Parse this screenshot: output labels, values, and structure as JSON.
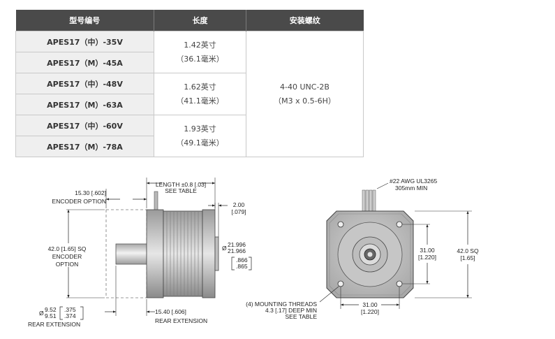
{
  "table": {
    "headers": [
      "型号编号",
      "长度",
      "安装螺纹"
    ],
    "groups": [
      {
        "models": [
          "APES17（中）-35V",
          "APES17（M）-45A"
        ],
        "length_in": "1.42英寸",
        "length_mm": "（36.1毫米）"
      },
      {
        "models": [
          "APES17（中）-48V",
          "APES17（M）-63A"
        ],
        "length_in": "1.62英寸",
        "length_mm": "（41.1毫米）"
      },
      {
        "models": [
          "APES17（中）-60V",
          "APES17（M）-78A"
        ],
        "length_in": "1.93英寸",
        "length_mm": "（49.1毫米）"
      }
    ],
    "thread_line1": "4-40 UNC-2B",
    "thread_line2": "（M3 x 0.5-6H）"
  },
  "side_view": {
    "length_line1": "LENGTH ±0.8 [.03]",
    "length_line2": "SEE TABLE",
    "encoder_line1": "15.30 [.602]",
    "encoder_line2": "ENCODER OPTION",
    "sq_line1": "42.0 [1.65] SQ",
    "sq_line2": "ENCODER",
    "sq_line3": "OPTION",
    "pilot_d1": "21.996",
    "pilot_d2": "21.966",
    "pilot_i1": ".866",
    "pilot_i2": ".865",
    "pilot_len1": "2.00",
    "pilot_len2": "[.079]",
    "shaft_d1": "9.52",
    "shaft_d2": "9.51",
    "shaft_i1": ".375",
    "shaft_i2": ".374",
    "rear_ext_bottom": "REAR EXTENSION",
    "rear_len1": "15.40 [.606]",
    "rear_len2": "REAR EXTENSION"
  },
  "front_view": {
    "wire_line1": "#22 AWG UL3265",
    "wire_line2": "305mm MIN",
    "holes_v1": "31.00",
    "holes_v2": "[1.220]",
    "sq_v1": "42.0 SQ",
    "sq_v2": "[1.65]",
    "mount_line1": "(4) MOUNTING THREADS",
    "mount_line2": "4.3 [.17] DEEP MIN",
    "mount_line3": "SEE TABLE",
    "holes_h1": "31.00",
    "holes_h2": "[1.220]"
  }
}
